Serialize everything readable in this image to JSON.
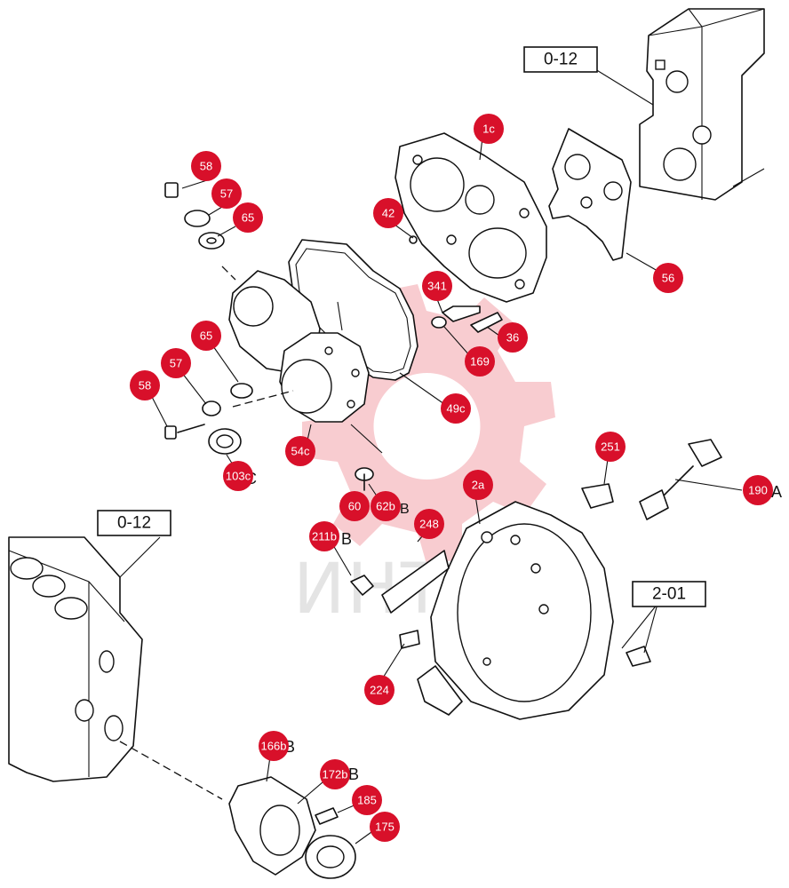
{
  "watermark": {
    "text": "ИНТЕХ",
    "color": "#d8102a"
  },
  "reference_boxes": [
    {
      "id": "ref-top",
      "label": "0-12"
    },
    {
      "id": "ref-left",
      "label": "0-12"
    },
    {
      "id": "ref-right",
      "label": "2-01"
    }
  ],
  "part_markers": [
    {
      "id": "m-58a",
      "label": "58"
    },
    {
      "id": "m-57a",
      "label": "57"
    },
    {
      "id": "m-65a",
      "label": "65"
    },
    {
      "id": "m-1c",
      "label": "1c"
    },
    {
      "id": "m-42",
      "label": "42"
    },
    {
      "id": "m-56",
      "label": "56"
    },
    {
      "id": "m-341",
      "label": "341"
    },
    {
      "id": "m-36",
      "label": "36"
    },
    {
      "id": "m-169",
      "label": "169"
    },
    {
      "id": "m-65b",
      "label": "65"
    },
    {
      "id": "m-57b",
      "label": "57"
    },
    {
      "id": "m-58b",
      "label": "58"
    },
    {
      "id": "m-49c",
      "label": "49c"
    },
    {
      "id": "m-54c",
      "label": "54c"
    },
    {
      "id": "m-103c",
      "label": "103c"
    },
    {
      "id": "m-60",
      "label": "60"
    },
    {
      "id": "m-62b",
      "label": "62b"
    },
    {
      "id": "m-251",
      "label": "251"
    },
    {
      "id": "m-190a",
      "label": "190"
    },
    {
      "id": "m-2a",
      "label": "2a"
    },
    {
      "id": "m-248",
      "label": "248"
    },
    {
      "id": "m-211b",
      "label": "211b"
    },
    {
      "id": "m-224",
      "label": "224"
    },
    {
      "id": "m-166b",
      "label": "166b"
    },
    {
      "id": "m-172b",
      "label": "172b"
    },
    {
      "id": "m-185",
      "label": "185"
    },
    {
      "id": "m-175",
      "label": "175"
    }
  ],
  "trailing_texts": {
    "t-103c": "C",
    "t-211b": "B",
    "t-190a": "A",
    "t-166b": "B",
    "t-172b": "B",
    "t-62b": "B"
  }
}
